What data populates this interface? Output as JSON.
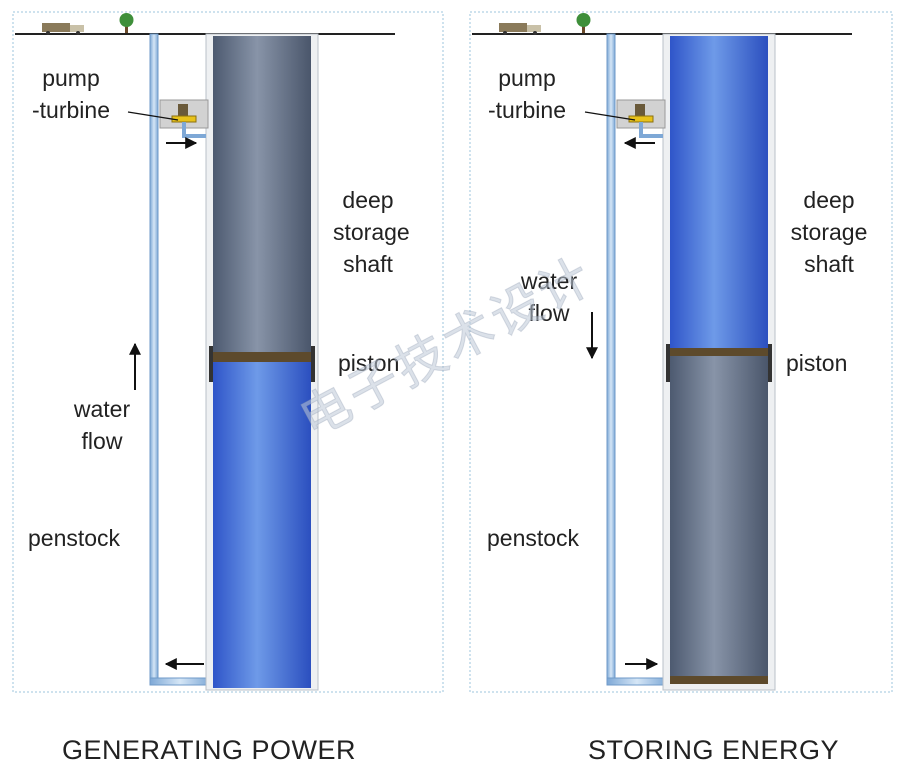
{
  "panels": [
    {
      "id": "generating",
      "caption": "GENERATING POWER",
      "pump_turbine_label": [
        "pump",
        "-turbine"
      ],
      "shaft_label": [
        "deep",
        "storage",
        "shaft"
      ],
      "piston_label": "piston",
      "water_flow_label": [
        "water",
        "flow"
      ],
      "penstock_label": "penstock",
      "flow_direction": "up"
    },
    {
      "id": "storing",
      "caption": "STORING ENERGY",
      "pump_turbine_label": [
        "pump",
        "-turbine"
      ],
      "shaft_label": [
        "deep",
        "storage",
        "shaft"
      ],
      "piston_label": "piston",
      "water_flow_label": [
        "water",
        "flow"
      ],
      "penstock_label": "penstock",
      "flow_direction": "down"
    }
  ],
  "watermark": "电子技术设计",
  "colors": {
    "water": "#4a72d6",
    "piston": "#6f7c90",
    "penstock": "#8fb6de",
    "ground": "#222222",
    "frame_border": "#9cc4dc"
  }
}
